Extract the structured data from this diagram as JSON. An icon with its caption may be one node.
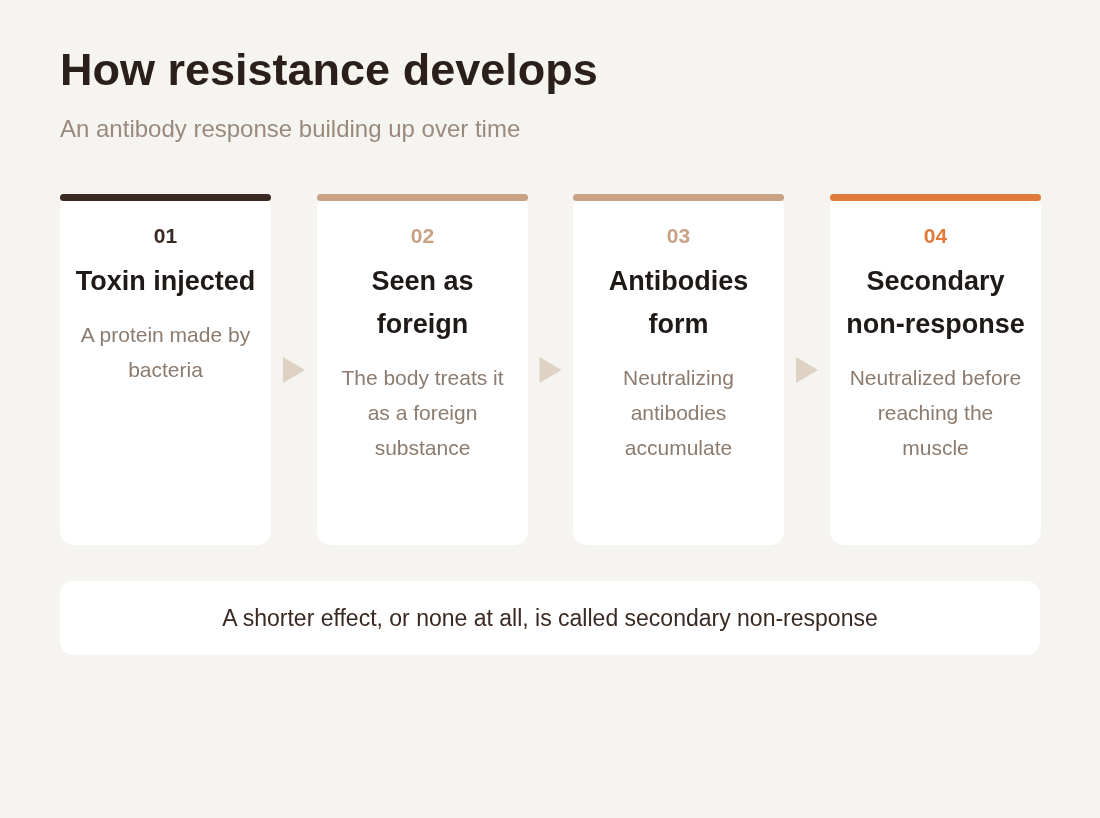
{
  "diagram": {
    "title": "How resistance develops",
    "nodes": [
      {
        "text": [
          "01",
          "Toxin injected",
          "A protein made by bacteria"
        ]
      },
      {
        "text": [
          "02",
          "Seen as foreign",
          "The body treats it as a foreign substance"
        ]
      },
      {
        "text": [
          "03",
          "Antibodies form",
          "Neutralizing antibodies accumulate"
        ]
      },
      {
        "text": [
          "04",
          "Secondary non-response",
          "Neutralized before reaching the muscle"
        ]
      },
      {
        "text": [
          "A shorter effect, or none at all, is called secondary non-response"
        ]
      }
    ],
    "edges": [
      {
        "from": 0,
        "to": 1,
        "arrow": "to"
      },
      {
        "from": 1,
        "to": 2,
        "arrow": "to"
      },
      {
        "from": 2,
        "to": 3,
        "arrow": "to"
      }
    ],
    "labels": [
      "An antibody response building up over time"
    ]
  }
}
